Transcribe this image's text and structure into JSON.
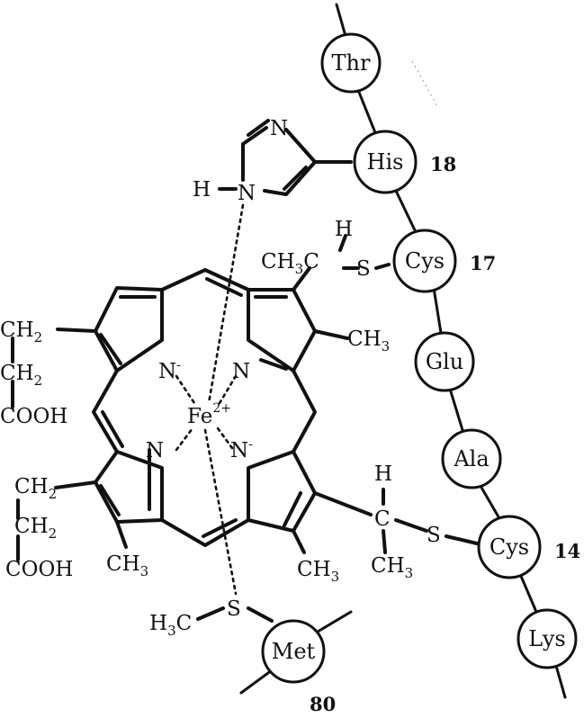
{
  "chain": {
    "thr": "Thr",
    "his": "His",
    "cys17": "Cys",
    "glu": "Glu",
    "ala": "Ala",
    "cys14": "Cys",
    "lys": "Lys",
    "met": "Met"
  },
  "numbers": {
    "his": "18",
    "cys17": "17",
    "cys14": "14",
    "met": "80"
  },
  "atoms": {
    "his_n_top": "N",
    "his_h": "H",
    "his_n": "N",
    "fe": "Fe",
    "fe_charge": "2+",
    "n_tl": "N",
    "n_tl_charge": "-",
    "n_tr": "N",
    "n_bl": "N",
    "n_br": "N",
    "n_br_charge": "-",
    "thioether_top_h": "H",
    "thioether_top_c": "CH",
    "thioether_top_c_sub": "3",
    "thioether_top_c2": "C",
    "thioether_top_s": "S",
    "methyl_tr": "CH",
    "methyl_tr_sub": "3",
    "thioether_bot_h": "H",
    "thioether_bot_c": "C",
    "thioether_bot_s": "S",
    "thioether_bot_ch3": "CH",
    "thioether_bot_ch3_sub": "3",
    "methyl_br": "CH",
    "methyl_br_sub": "3",
    "methyl_bl": "CH",
    "methyl_bl_sub": "3",
    "met_s": "S",
    "met_h3c_h": "H",
    "met_h3c_sub": "3",
    "met_h3c_c": "C",
    "prop1_ch2a": "CH",
    "prop1_ch2a_sub": "2",
    "prop1_ch2b": "CH",
    "prop1_ch2b_sub": "2",
    "prop1_cooh": "COOH",
    "prop2_ch2a": "CH",
    "prop2_ch2a_sub": "2",
    "prop2_ch2b": "CH",
    "prop2_ch2b_sub": "2",
    "prop2_cooh": "COOH"
  }
}
